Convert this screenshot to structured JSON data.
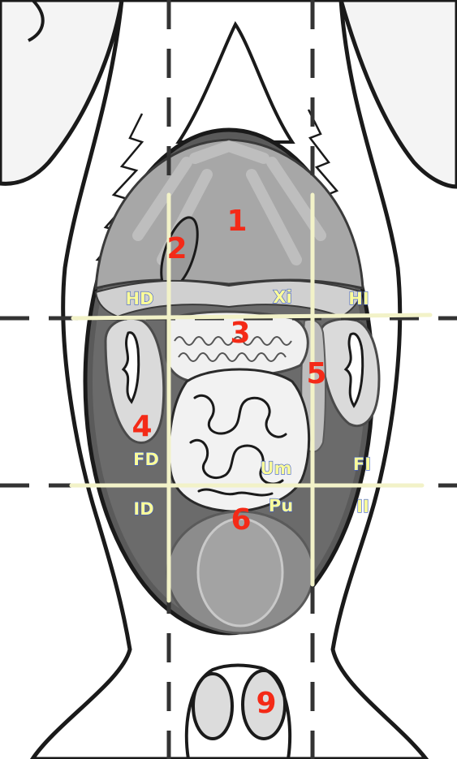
{
  "colors": {
    "background": "#ffffff",
    "outline": "#1a1a1a",
    "cavity_dark": "#5a5a5a",
    "cavity_mid": "#a0a0a0",
    "organ_light": "#d4d4d4",
    "organ_pale": "#e6e6e6",
    "grid_line": "#f2f2c8",
    "number_label": "#f42a17",
    "region_label_fill": "#fbfb9a",
    "region_label_stroke": "#3a5bd0"
  },
  "number_labels": [
    {
      "id": "1",
      "text": "1"
    },
    {
      "id": "2",
      "text": "2"
    },
    {
      "id": "3",
      "text": "3"
    },
    {
      "id": "4",
      "text": "4"
    },
    {
      "id": "5",
      "text": "5"
    },
    {
      "id": "6",
      "text": "6"
    },
    {
      "id": "9",
      "text": "9"
    }
  ],
  "region_labels": [
    {
      "id": "HD",
      "text": "HD"
    },
    {
      "id": "Xi",
      "text": "Xi"
    },
    {
      "id": "HI",
      "text": "HI"
    },
    {
      "id": "FD",
      "text": "FD"
    },
    {
      "id": "Um",
      "text": "Um"
    },
    {
      "id": "FI",
      "text": "FI"
    },
    {
      "id": "ID",
      "text": "ID"
    },
    {
      "id": "Pu",
      "text": "Pu"
    },
    {
      "id": "II",
      "text": "II"
    }
  ]
}
